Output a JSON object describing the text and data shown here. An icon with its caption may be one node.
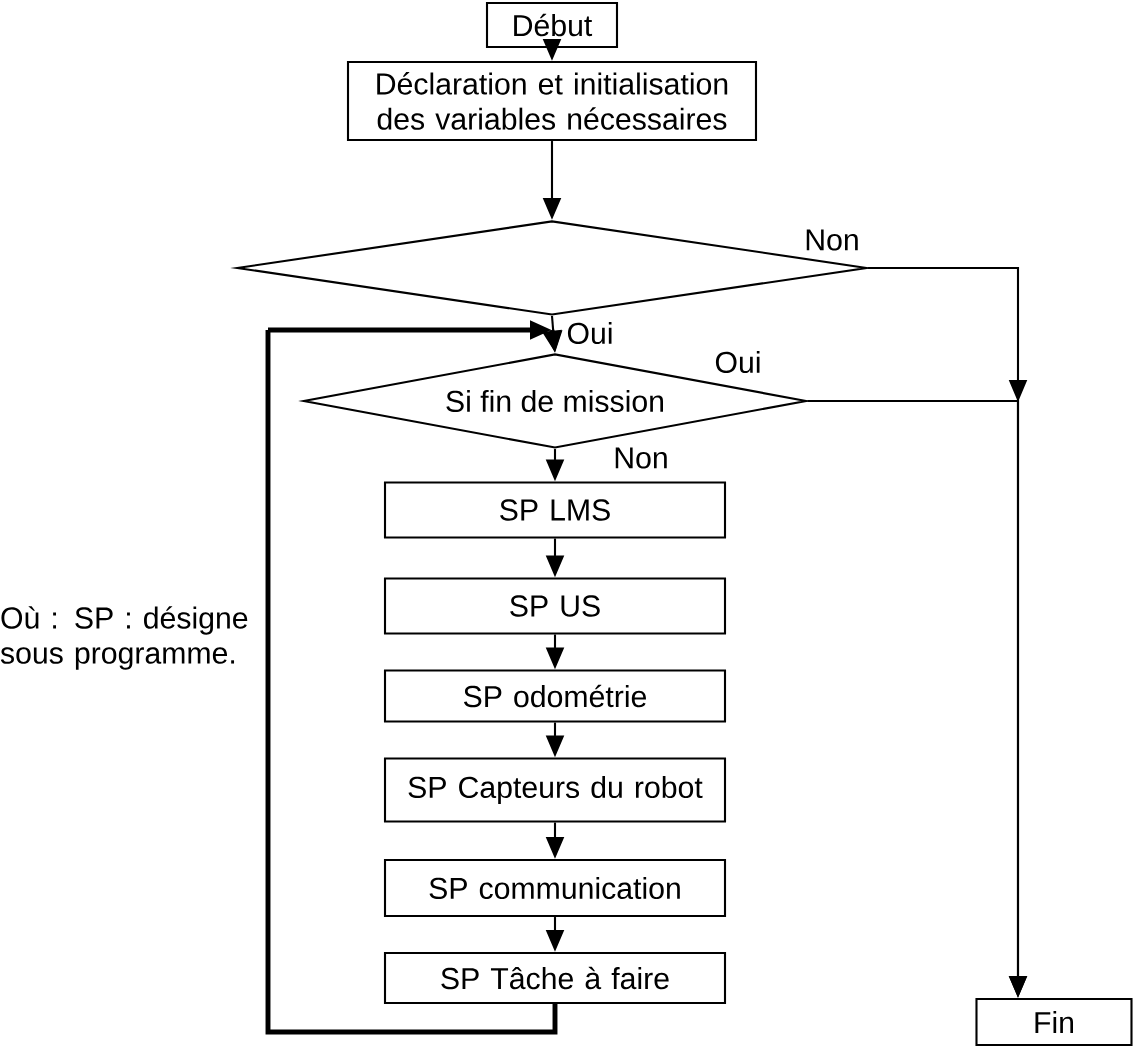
{
  "diagram": {
    "nodes": [
      {
        "text": [
          "Début"
        ]
      },
      {
        "text": [
          "Déclaration et initialisation des variables nécessaires"
        ]
      },
      {
        "text": [],
        "shape": "diamond"
      },
      {
        "text": [
          "Si fin de mission"
        ]
      },
      {
        "text": [
          "SP LMS"
        ]
      },
      {
        "text": [
          "SP US"
        ]
      },
      {
        "text": [
          "SP odométrie"
        ]
      },
      {
        "text": [
          "SP Capteurs du robot"
        ]
      },
      {
        "text": [
          "SP communication"
        ]
      },
      {
        "text": [
          "SP Tâche à faire"
        ]
      },
      {
        "text": [
          "Fin"
        ]
      }
    ],
    "edges": [
      {
        "from": 0,
        "to": 1,
        "arrow": "to"
      },
      {
        "from": 1,
        "to": 2,
        "arrow": "to"
      },
      {
        "from": 2,
        "to": 10,
        "arrow": "to",
        "label": "Non"
      },
      {
        "from": 2,
        "to": 3,
        "arrow": "to",
        "label": "Oui"
      },
      {
        "from": 3,
        "to": 10,
        "arrow": "to",
        "label": "Oui"
      },
      {
        "from": 3,
        "to": 4,
        "arrow": "to",
        "label": "Non"
      },
      {
        "from": 4,
        "to": 5,
        "arrow": "to"
      },
      {
        "from": 5,
        "to": 6,
        "arrow": "to"
      },
      {
        "from": 6,
        "to": 7,
        "arrow": "to"
      },
      {
        "from": 7,
        "to": 8,
        "arrow": "to"
      },
      {
        "from": 8,
        "to": 9,
        "arrow": "to"
      },
      {
        "from": 9,
        "to": 3,
        "arrow": "to",
        "style": "thick"
      }
    ],
    "labels": [
      "Où : SP : désigne sous programme."
    ]
  }
}
